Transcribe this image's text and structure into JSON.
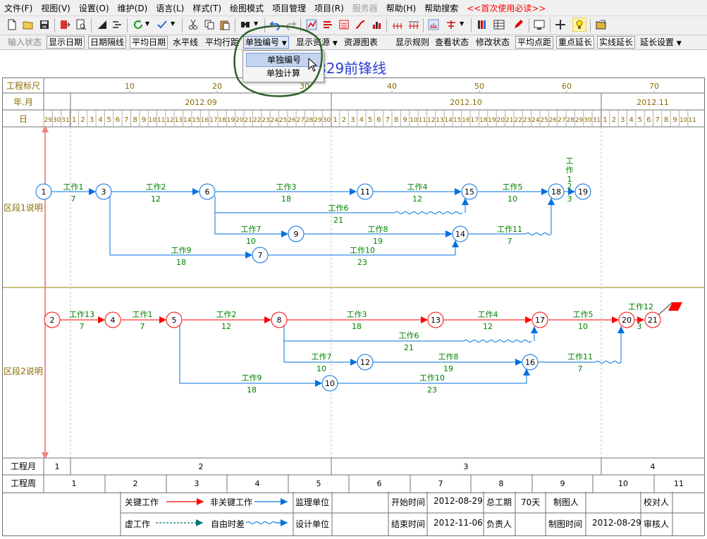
{
  "menu": {
    "items": [
      "文件(F)",
      "视图(V)",
      "设置(O)",
      "维护(D)",
      "语言(L)",
      "样式(T)",
      "绘图模式",
      "项目管理",
      "项目(R)",
      "服务器",
      "帮助(H)",
      "帮助搜索",
      "<<首次使用必读>>"
    ]
  },
  "toolbar2": {
    "input_status": "输入状态",
    "show_date": "显示日期",
    "date_spacing": "日期隔线",
    "avg_date": "平均日期",
    "hline": "水平线",
    "avg_row": "平均行距",
    "single_number": "单独编号",
    "show_resources": "显示资源",
    "resource_chart": "资源图表",
    "show_rules": "显示规则",
    "view_status": "查看状态",
    "edit_status": "修改状态",
    "avg_point": "平均点距",
    "key_extend": "重点延长",
    "real_extend": "实线延长",
    "extend_settings": "延长设置"
  },
  "dropdown": {
    "items": [
      "单独编号",
      "单独计算"
    ],
    "selected": "单独编号"
  },
  "chart": {
    "title": "829前锋线",
    "row_labels": {
      "scale": "工程标尺",
      "year_month": "年.月",
      "day": "日",
      "zone1": "区段1说明",
      "zone2": "区段2说明",
      "proj_month": "工程月",
      "proj_week": "工程周"
    },
    "scale_ticks": [
      "10",
      "20",
      "30",
      "40",
      "50",
      "60",
      "70"
    ],
    "months": [
      "2012.09",
      "2012.10",
      "2012.11"
    ],
    "days_aug": [
      "29",
      "30",
      "31"
    ],
    "days_nov": [
      "1",
      "2",
      "3",
      "4",
      "5",
      "6",
      "7",
      "8",
      "9",
      "10",
      "11"
    ],
    "proj_months": [
      "1",
      "2",
      "3",
      "4"
    ],
    "proj_weeks": [
      "1",
      "2",
      "3",
      "4",
      "5",
      "6",
      "7",
      "8",
      "9",
      "10",
      "11"
    ],
    "colors": {
      "critical": "#ff0000",
      "noncritical": "#0070e0",
      "node_blue": "#0070e0",
      "label_green": "#008000",
      "free_float": "#0070e0",
      "divider": "#9a8a00",
      "title": "#2a3fd4"
    },
    "zone1": {
      "nodes": [
        "1",
        "3",
        "6",
        "11",
        "15",
        "18",
        "19",
        "9",
        "14",
        "7"
      ],
      "tasks": [
        {
          "name": "工作1",
          "dur": "7"
        },
        {
          "name": "工作2",
          "dur": "12"
        },
        {
          "name": "工作3",
          "dur": "18"
        },
        {
          "name": "工作4",
          "dur": "12"
        },
        {
          "name": "工作5",
          "dur": "10"
        },
        {
          "name": "工作6",
          "dur": "21"
        },
        {
          "name": "工作7",
          "dur": "10"
        },
        {
          "name": "工作8",
          "dur": "19"
        },
        {
          "name": "工作11",
          "dur": "7"
        },
        {
          "name": "工作9",
          "dur": "18"
        },
        {
          "name": "工作10",
          "dur": "23"
        }
      ],
      "vertical_label": [
        "工",
        "作",
        "1",
        "2",
        "3"
      ]
    },
    "zone2": {
      "nodes": [
        "2",
        "4",
        "5",
        "8",
        "13",
        "17",
        "20",
        "21",
        "12",
        "16",
        "10"
      ],
      "tasks": [
        {
          "name": "工作13",
          "dur": "7"
        },
        {
          "name": "工作1",
          "dur": "7"
        },
        {
          "name": "工作2",
          "dur": "12"
        },
        {
          "name": "工作3",
          "dur": "18"
        },
        {
          "name": "工作4",
          "dur": "12"
        },
        {
          "name": "工作5",
          "dur": "10"
        },
        {
          "name": "工作12",
          "dur": "3"
        },
        {
          "name": "工作6",
          "dur": "21"
        },
        {
          "name": "工作7",
          "dur": "10"
        },
        {
          "name": "工作8",
          "dur": "19"
        },
        {
          "name": "工作11",
          "dur": "7"
        },
        {
          "name": "工作9",
          "dur": "18"
        },
        {
          "name": "工作10",
          "dur": "23"
        }
      ]
    }
  },
  "legend": {
    "critical_work": "关键工作",
    "noncritical_work": "非关键工作",
    "virtual_work": "虚工作",
    "free_float": "自由时差",
    "supervision": "监理单位",
    "design": "设计单位",
    "start_time_label": "开始时间",
    "start_time": "2012-08-29",
    "end_time_label": "结束时间",
    "end_time": "2012-11-06",
    "total_duration_label": "总工期",
    "total_duration": "70天",
    "responsible_label": "负责人",
    "drafter_label": "制图人",
    "draft_time_label": "制图时间",
    "draft_time": "2012-08-29",
    "proofreader_label": "校对人",
    "reviewer_label": "审核人"
  }
}
